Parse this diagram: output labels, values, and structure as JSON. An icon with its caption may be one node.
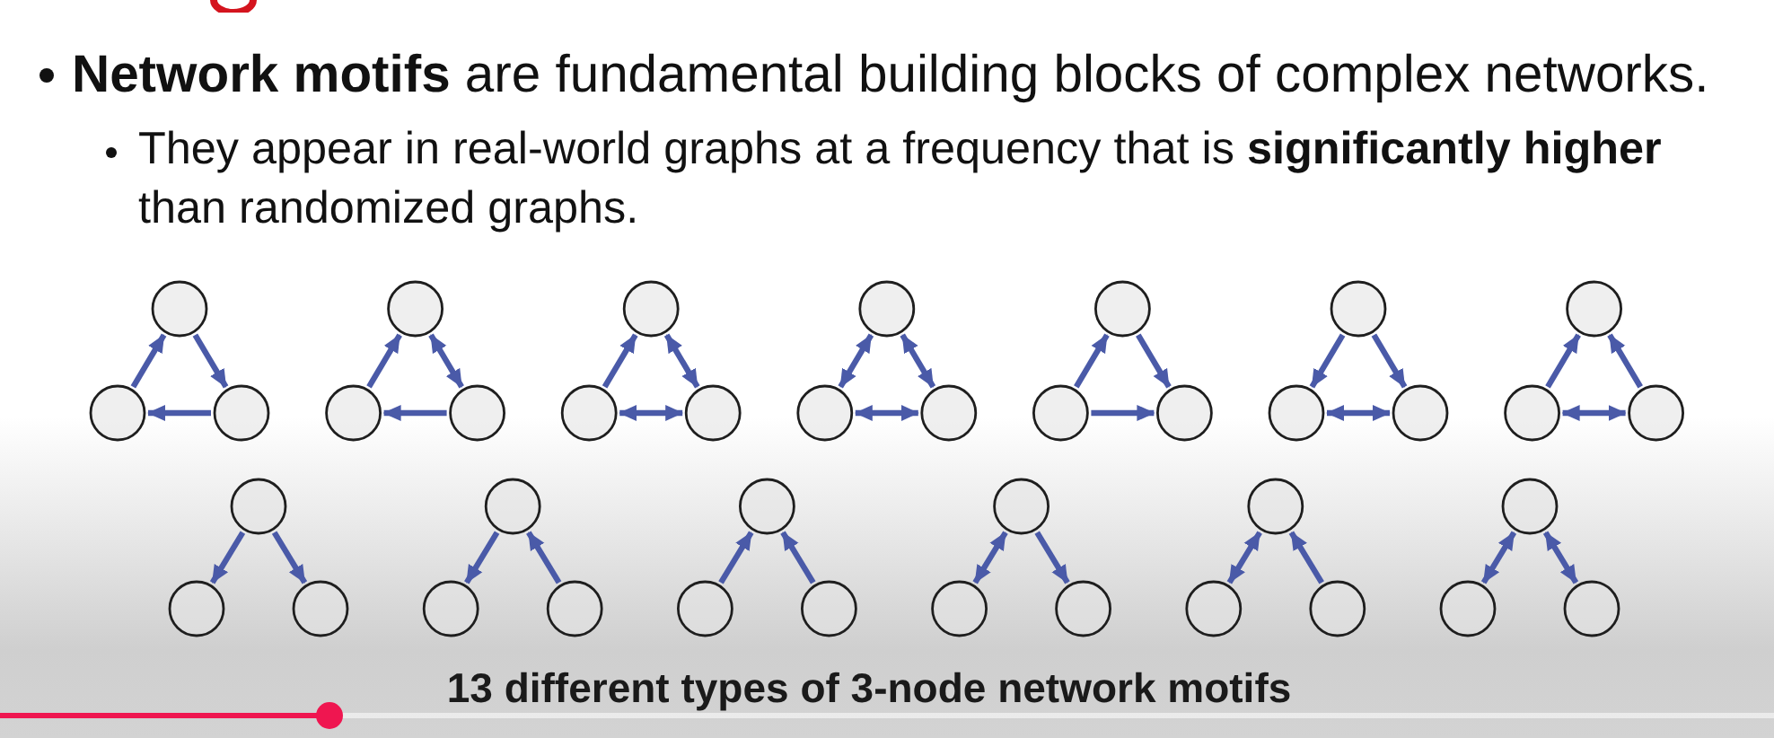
{
  "diagram": {
    "caption": "13 different types of 3-node network motifs",
    "nodes": [
      {
        "text": [],
        "shape": "circle"
      },
      {
        "text": [],
        "shape": "circle"
      },
      {
        "text": [],
        "shape": "circle"
      },
      {
        "text": [],
        "shape": "circle"
      },
      {
        "text": [],
        "shape": "circle"
      },
      {
        "text": [],
        "shape": "circle"
      },
      {
        "text": [],
        "shape": "circle"
      },
      {
        "text": [],
        "shape": "circle"
      },
      {
        "text": [],
        "shape": "circle"
      },
      {
        "text": [],
        "shape": "circle"
      },
      {
        "text": [],
        "shape": "circle"
      },
      {
        "text": [],
        "shape": "circle"
      },
      {
        "text": [],
        "shape": "circle"
      },
      {
        "text": [],
        "shape": "circle"
      },
      {
        "text": [],
        "shape": "circle"
      },
      {
        "text": [],
        "shape": "circle"
      },
      {
        "text": [],
        "shape": "circle"
      },
      {
        "text": [],
        "shape": "circle"
      },
      {
        "text": [],
        "shape": "circle"
      },
      {
        "text": [],
        "shape": "circle"
      },
      {
        "text": [],
        "shape": "circle"
      },
      {
        "text": [],
        "shape": "circle"
      },
      {
        "text": [],
        "shape": "circle"
      },
      {
        "text": [],
        "shape": "circle"
      },
      {
        "text": [],
        "shape": "circle"
      },
      {
        "text": [],
        "shape": "circle"
      },
      {
        "text": [],
        "shape": "circle"
      },
      {
        "text": [],
        "shape": "circle"
      },
      {
        "text": [],
        "shape": "circle"
      },
      {
        "text": [],
        "shape": "circle"
      },
      {
        "text": [],
        "shape": "circle"
      },
      {
        "text": [],
        "shape": "circle"
      },
      {
        "text": [],
        "shape": "circle"
      },
      {
        "text": [],
        "shape": "circle"
      },
      {
        "text": [],
        "shape": "circle"
      },
      {
        "text": [],
        "shape": "circle"
      },
      {
        "text": [],
        "shape": "circle"
      },
      {
        "text": [],
        "shape": "circle"
      },
      {
        "text": [],
        "shape": "circle"
      }
    ],
    "edges": [
      {
        "from": 1,
        "to": 0,
        "arrow": "to"
      },
      {
        "from": 0,
        "to": 2,
        "arrow": "to"
      },
      {
        "from": 2,
        "to": 1,
        "arrow": "to"
      },
      {
        "from": 4,
        "to": 3,
        "arrow": "to"
      },
      {
        "from": 3,
        "to": 5,
        "arrow": "both"
      },
      {
        "from": 5,
        "to": 4,
        "arrow": "to"
      },
      {
        "from": 7,
        "to": 6,
        "arrow": "to"
      },
      {
        "from": 6,
        "to": 8,
        "arrow": "both"
      },
      {
        "from": 7,
        "to": 8,
        "arrow": "both"
      },
      {
        "from": 9,
        "to": 10,
        "arrow": "both"
      },
      {
        "from": 9,
        "to": 11,
        "arrow": "both"
      },
      {
        "from": 10,
        "to": 11,
        "arrow": "both"
      },
      {
        "from": 13,
        "to": 12,
        "arrow": "to"
      },
      {
        "from": 12,
        "to": 14,
        "arrow": "to"
      },
      {
        "from": 13,
        "to": 14,
        "arrow": "to"
      },
      {
        "from": 15,
        "to": 16,
        "arrow": "to"
      },
      {
        "from": 15,
        "to": 17,
        "arrow": "to"
      },
      {
        "from": 16,
        "to": 17,
        "arrow": "both"
      },
      {
        "from": 19,
        "to": 18,
        "arrow": "to"
      },
      {
        "from": 20,
        "to": 18,
        "arrow": "to"
      },
      {
        "from": 19,
        "to": 20,
        "arrow": "both"
      },
      {
        "from": 21,
        "to": 22,
        "arrow": "to"
      },
      {
        "from": 21,
        "to": 23,
        "arrow": "to"
      },
      {
        "from": 24,
        "to": 25,
        "arrow": "to"
      },
      {
        "from": 26,
        "to": 24,
        "arrow": "to"
      },
      {
        "from": 28,
        "to": 27,
        "arrow": "to"
      },
      {
        "from": 29,
        "to": 27,
        "arrow": "to"
      },
      {
        "from": 30,
        "to": 31,
        "arrow": "both"
      },
      {
        "from": 30,
        "to": 32,
        "arrow": "to"
      },
      {
        "from": 33,
        "to": 34,
        "arrow": "both"
      },
      {
        "from": 35,
        "to": 33,
        "arrow": "to"
      },
      {
        "from": 36,
        "to": 37,
        "arrow": "both"
      },
      {
        "from": 36,
        "to": 38,
        "arrow": "both"
      }
    ],
    "labels": [
      "**Network motifs** are fundamental building blocks of complex networks.",
      "They appear in real-world graphs at a frequency that is **significantly higher** than randomized graphs."
    ]
  }
}
